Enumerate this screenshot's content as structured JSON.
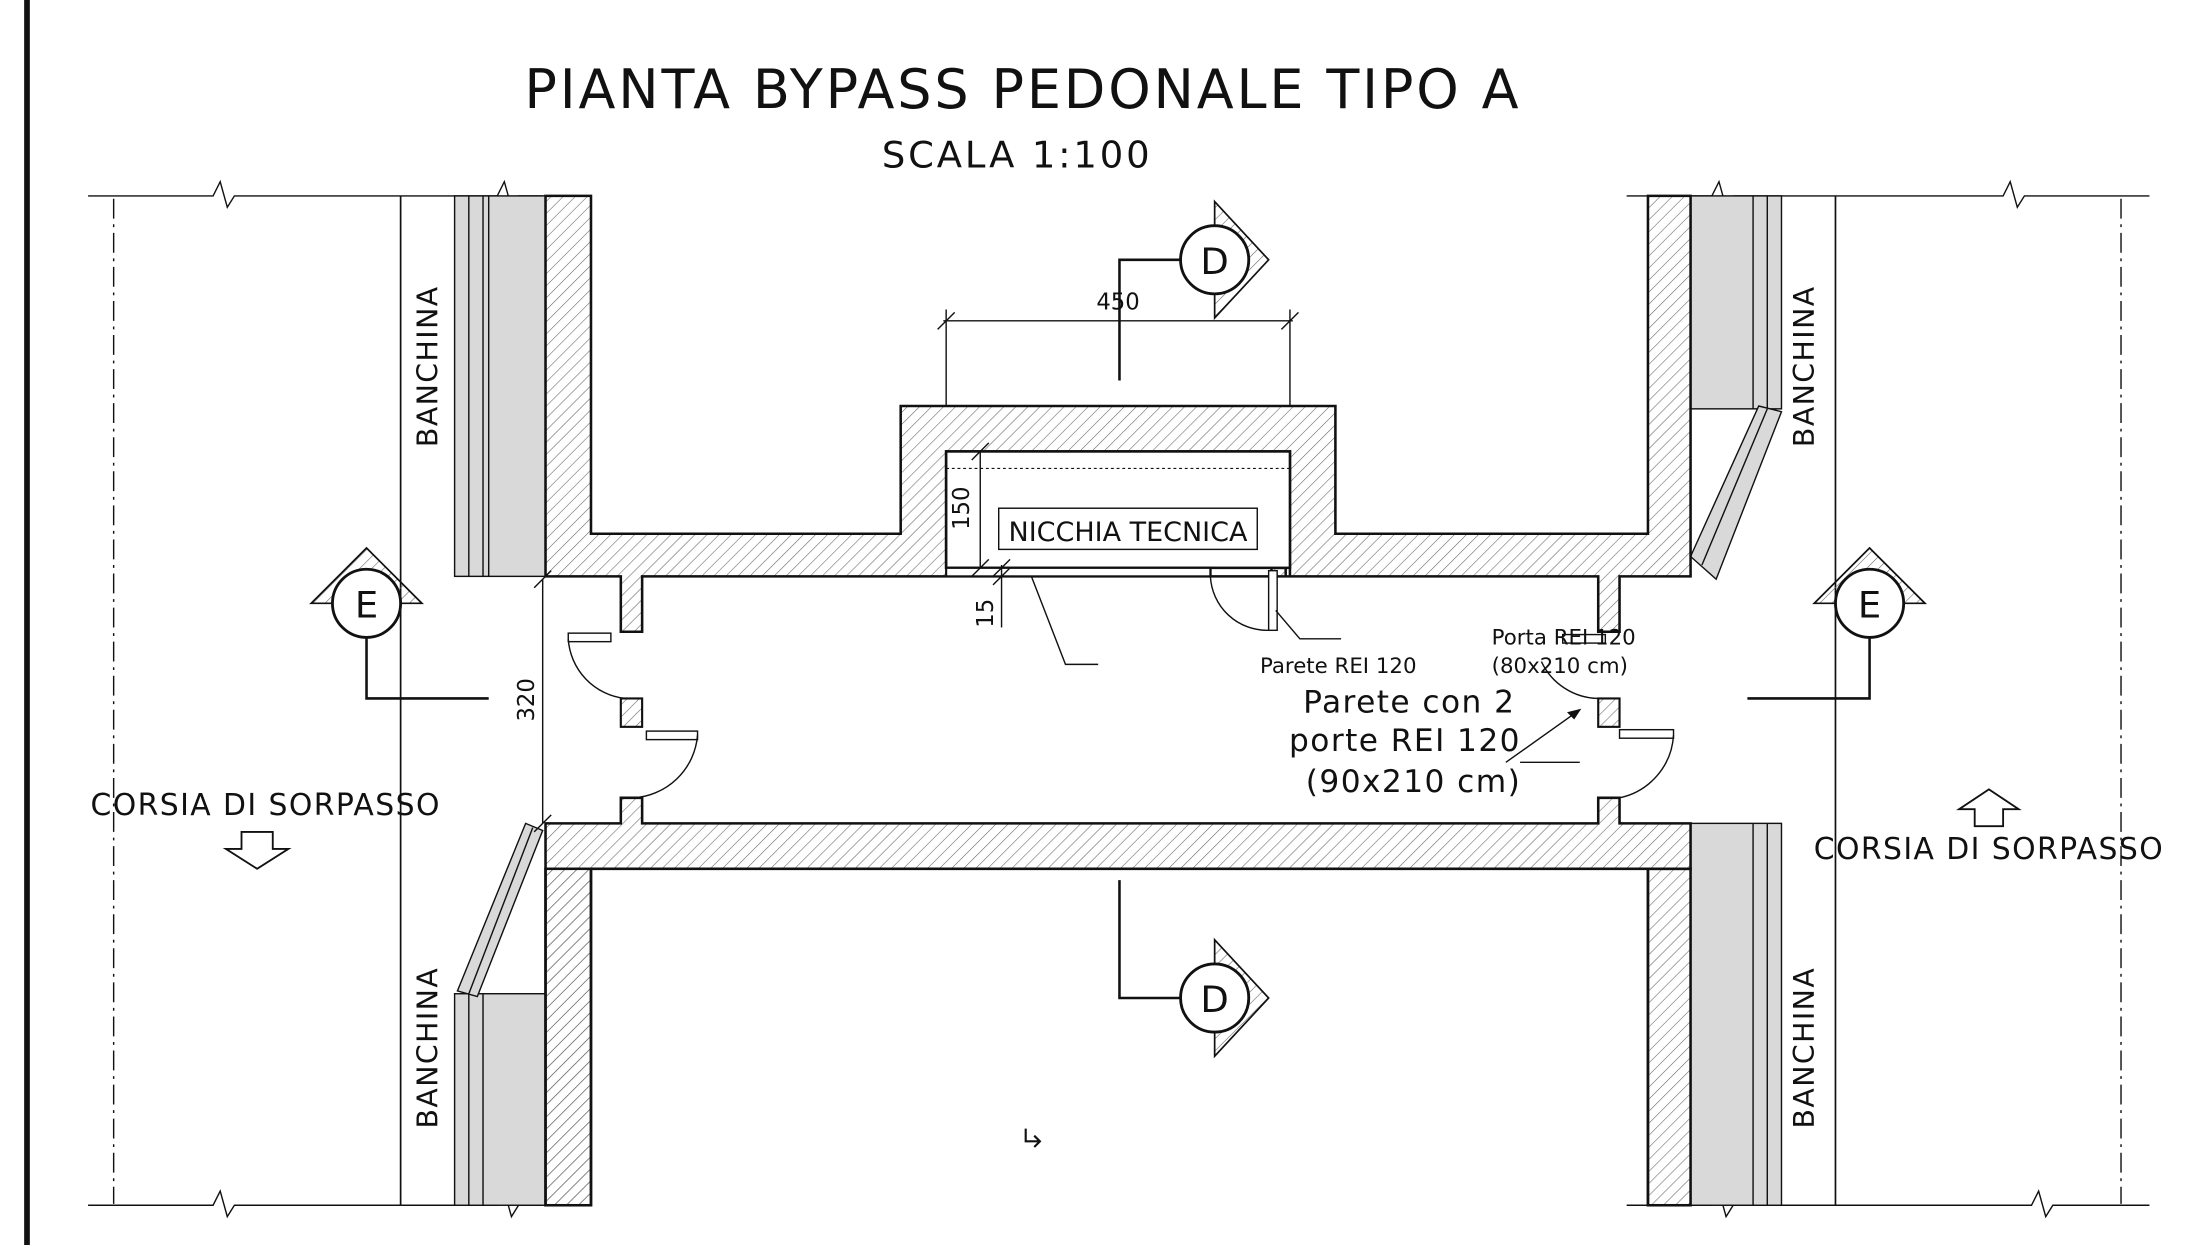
{
  "title": "PIANTA BYPASS PEDONALE TIPO A",
  "scale": "SCALA 1:100",
  "labels": {
    "banchina": "BANCHINA",
    "corsia": "CORSIA DI SORPASSO",
    "nicchia": "NICCHIA TECNICA",
    "parete_rei": "Parete REI 120",
    "porta_rei_1": "Porta REI 120",
    "porta_rei_2": "(80x210 cm)",
    "parete_porte_1": "Parete con 2",
    "parete_porte_2": "porte REI 120",
    "parete_porte_3": "(90x210 cm)"
  },
  "section_marks": {
    "d": "D",
    "e": "E"
  },
  "dimensions": {
    "niche_width": "450",
    "niche_depth": "150",
    "wall_thickness": "15",
    "bypass_width": "320"
  },
  "colors": {
    "line": "#111111",
    "fill_gray": "#d9d9d9",
    "hatch": "#555555"
  }
}
